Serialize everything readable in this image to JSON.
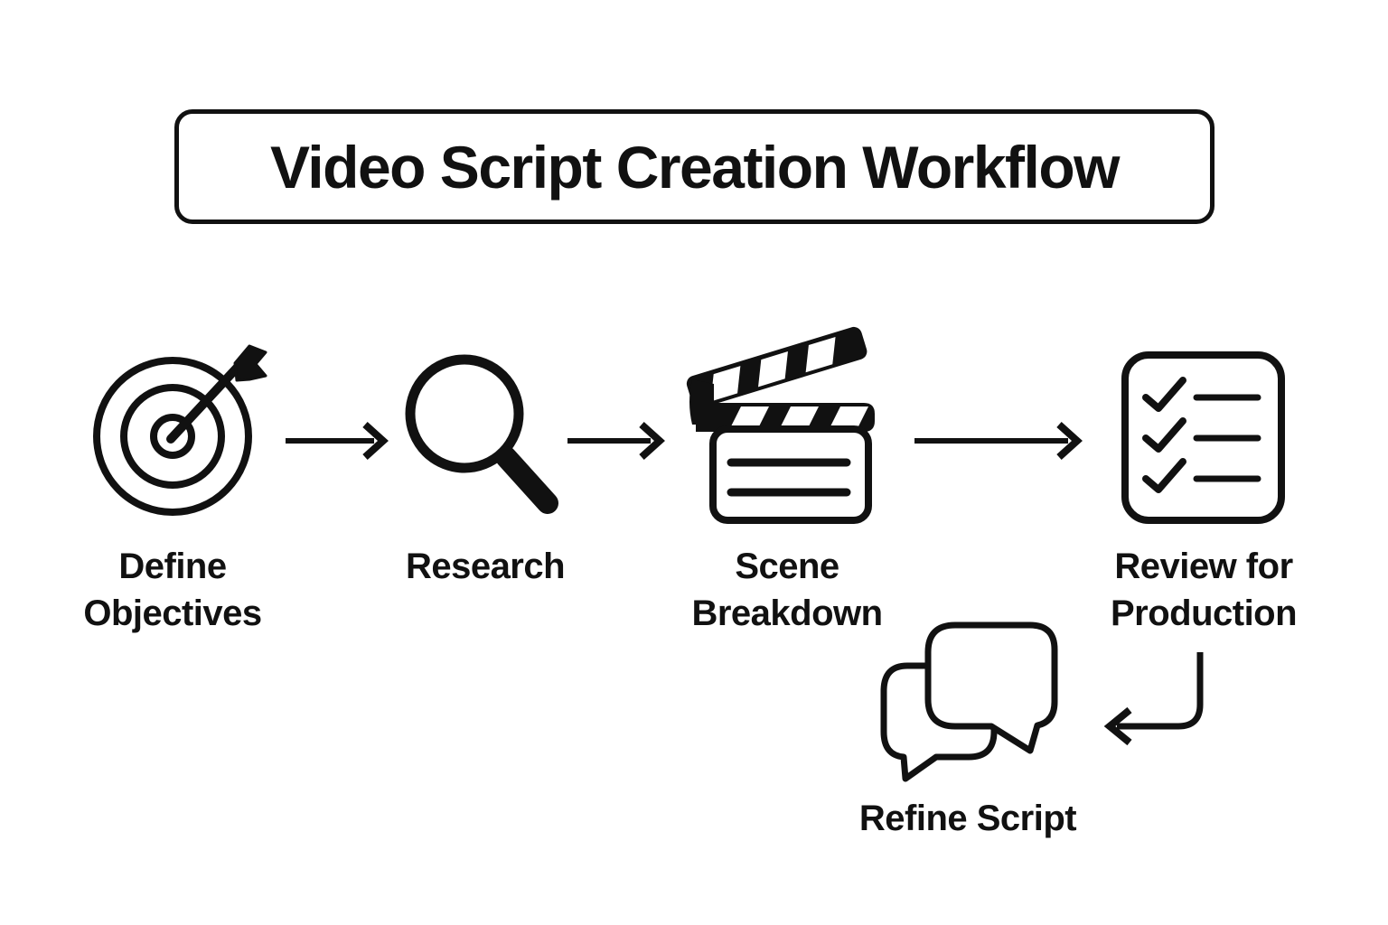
{
  "title": "Video Script Creation Workflow",
  "colors": {
    "ink": "#111111",
    "background": "#ffffff"
  },
  "steps": [
    {
      "name": "define-objectives",
      "icon": "target-arrow-icon",
      "label_lines": [
        "Define",
        "Objectives"
      ]
    },
    {
      "name": "research",
      "icon": "magnifying-glass-icon",
      "label_lines": [
        "Research"
      ]
    },
    {
      "name": "scene-breakdown",
      "icon": "clapperboard-icon",
      "label_lines": [
        "Scene",
        "Breakdown"
      ]
    },
    {
      "name": "review-for-production",
      "icon": "checklist-icon",
      "label_lines": [
        "Review for",
        "Production"
      ]
    },
    {
      "name": "refine-script",
      "icon": "chat-bubbles-icon",
      "label_lines": [
        "Refine Script"
      ]
    }
  ],
  "connectors": [
    {
      "from": "define-objectives",
      "to": "research",
      "type": "straight-right"
    },
    {
      "from": "research",
      "to": "scene-breakdown",
      "type": "straight-right"
    },
    {
      "from": "scene-breakdown",
      "to": "review-for-production",
      "type": "straight-right"
    },
    {
      "from": "review-for-production",
      "to": "refine-script",
      "type": "elbow-down-left"
    }
  ]
}
